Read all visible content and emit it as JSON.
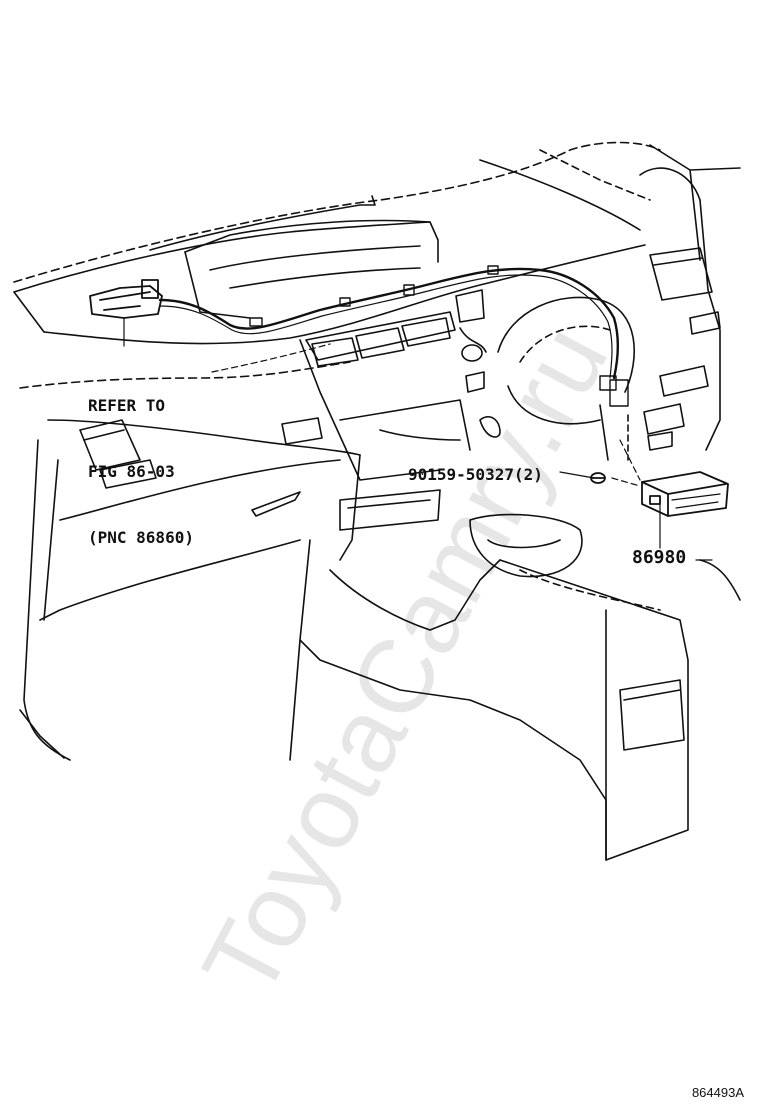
{
  "callouts": {
    "reference": {
      "line1": "REFER TO",
      "line2": "FIG 86-03",
      "line3": "(PNC 86860)"
    },
    "bolt": "90159-50327(2)",
    "part": "86980"
  },
  "diagram_id": "864493A",
  "watermark": "ToyotaCamry.ru",
  "colors": {
    "line": "#111111",
    "background": "#ffffff",
    "watermark": "#e6e6e6"
  }
}
